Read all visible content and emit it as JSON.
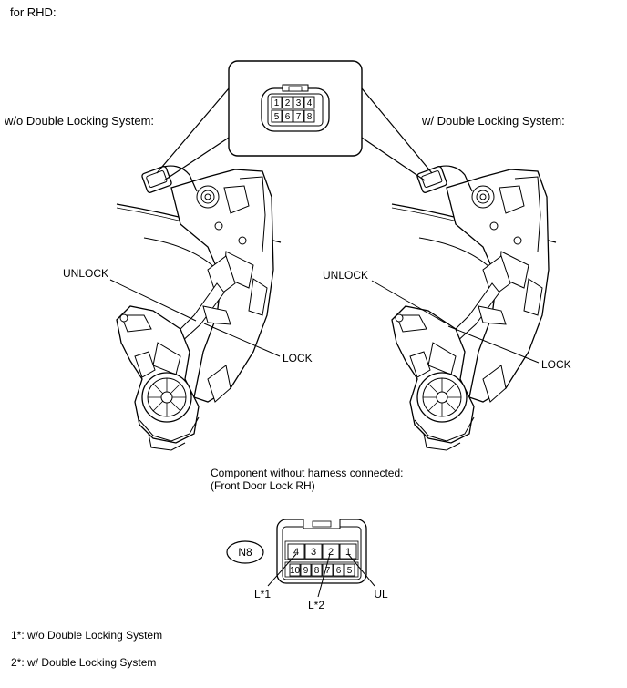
{
  "header": {
    "title": "for RHD:"
  },
  "views": {
    "left_title": "w/o Double Locking System:",
    "right_title": "w/ Double Locking System:",
    "left_unlock": "UNLOCK",
    "left_lock": "LOCK",
    "right_unlock": "UNLOCK",
    "right_lock": "LOCK"
  },
  "connector_top": {
    "pins_top": [
      "1",
      "2",
      "3",
      "4"
    ],
    "pins_bottom": [
      "5",
      "6",
      "7",
      "8"
    ]
  },
  "component": {
    "caption_line1": "Component without harness connected:",
    "caption_line2": "(Front Door Lock RH)",
    "connector_id": "N8",
    "pins_top": [
      "4",
      "3",
      "2",
      "1"
    ],
    "pins_bottom": [
      "10",
      "9",
      "8",
      "7",
      "6",
      "5"
    ],
    "callouts": {
      "l1": "L*1",
      "l2": "L*2",
      "ul": "UL"
    }
  },
  "footnotes": {
    "note1": "1*: w/o Double Locking System",
    "note2": "2*: w/ Double Locking System"
  }
}
